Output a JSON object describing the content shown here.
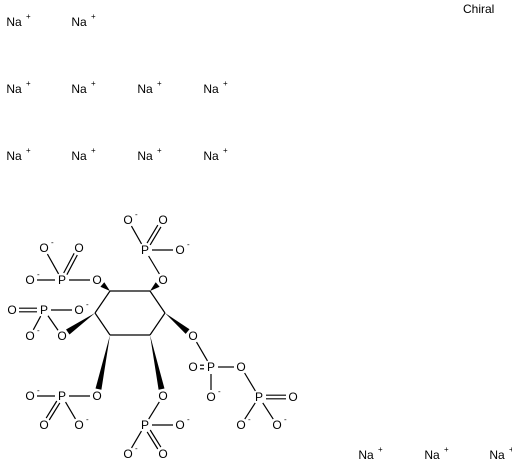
{
  "chiral_label": "Chiral",
  "sodium": {
    "symbol": "Na",
    "charge": "+"
  },
  "atoms": {
    "phosphorus": "P",
    "oxygen": "O",
    "anion_charge": "-"
  }
}
